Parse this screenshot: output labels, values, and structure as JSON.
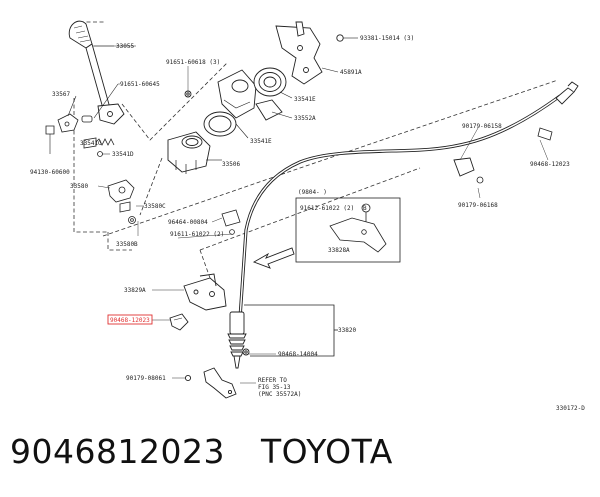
{
  "diagram": {
    "part_labels": {
      "p33055": "33055",
      "p93381": "93381-15014 (3)",
      "p91651a": "91651-60618 (3)",
      "p45891": "45891A",
      "p33567": "33567",
      "p91651b": "91651-60645",
      "p33541e_top": "33541E",
      "p33552": "33552A",
      "p33541g": "33541G",
      "p33541d": "33541D",
      "p94130": "94130-60600",
      "p33541e_mid": "33541E",
      "p33506": "33506",
      "p90179a": "90179-06158",
      "p90468b": "90468-12023",
      "p33580": "33580",
      "p33580c": "33580C",
      "p33580b": "33580B",
      "p96464": "96464-00804",
      "p91611": "91611-61022 (2)",
      "p9804": "(9804-      )",
      "p91612": "91612-61022 (2)",
      "callout_b": "B",
      "p33828a_inset": "33828A",
      "p90179b": "90179-06168",
      "p33829a": "33829A",
      "p90468_highlight": "90468-12023",
      "p33820": "33820",
      "p90468c": "90468-14004",
      "p90179c": "90179-08061",
      "refer1": "REFER TO",
      "refer2": "FIG 35-13",
      "refer3": "(PNC 35572A)",
      "code": "330172-D"
    },
    "highlight_color": "#e03030"
  },
  "caption": {
    "part_number": "9046812023",
    "brand": "TOYOTA"
  }
}
